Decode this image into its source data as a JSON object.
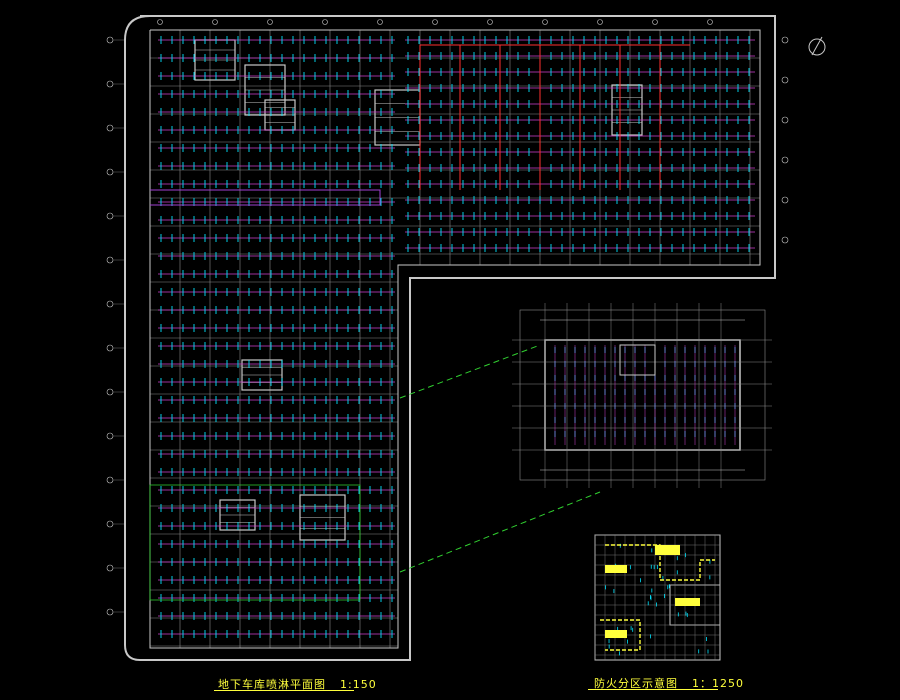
{
  "drawing": {
    "main_plan": {
      "title": "地下车库喷淋平面图",
      "scale": "1:150"
    },
    "fire_zone_plan": {
      "title": "防火分区示意图",
      "scale": "1：1250"
    },
    "detail_caption": "",
    "sub_caption": "",
    "colors": {
      "background": "#000000",
      "walls": "#c8c8c8",
      "grid": "#8a8a8a",
      "sprinkler_pipe": "#d040d0",
      "sprinkler_head": "#00e5ff",
      "main_pipe": "#ff3030",
      "leader": "#30d030",
      "fire_zone": "#ffff3c"
    },
    "icons": [
      "north-arrow-icon"
    ]
  }
}
